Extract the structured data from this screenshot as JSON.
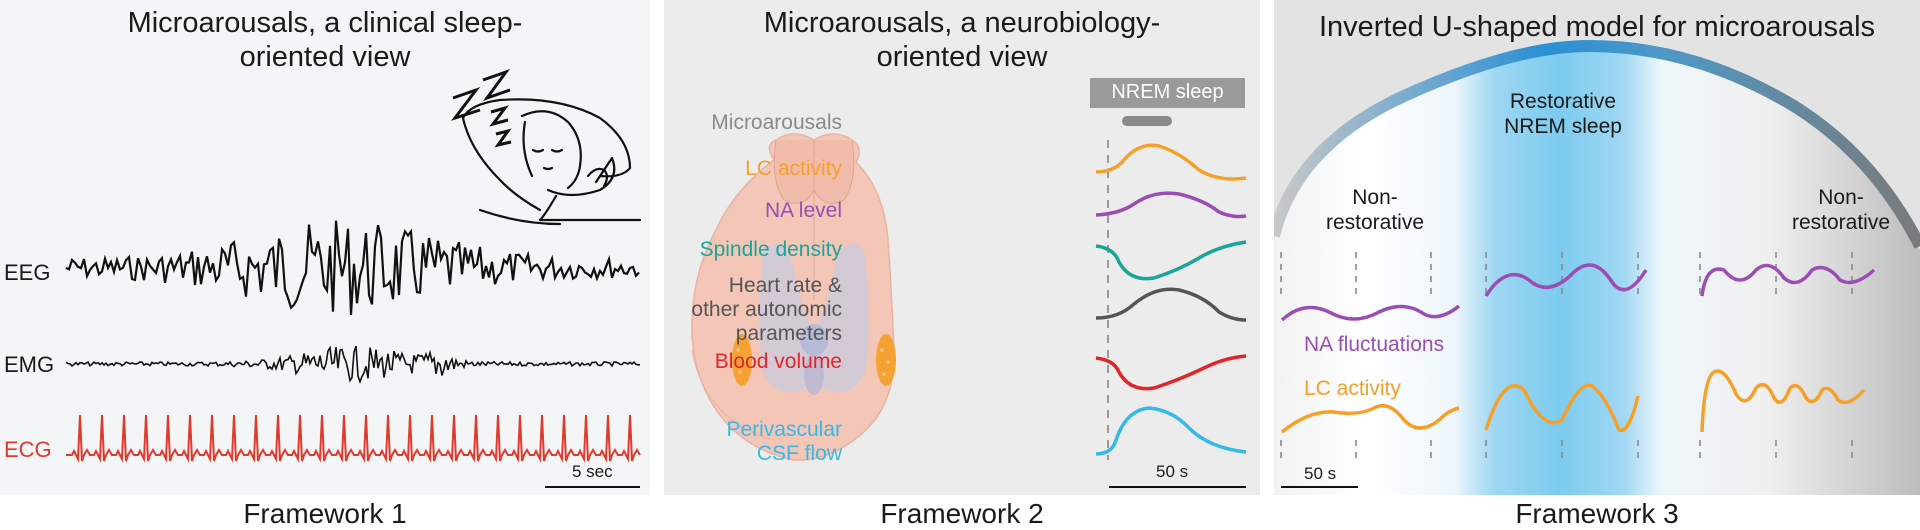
{
  "framework1": {
    "title_line1": "Microarousals, a clinical sleep-",
    "title_line2": "oriented view",
    "signals": [
      "EEG",
      "EMG",
      "ECG"
    ],
    "scale_label": "5 sec",
    "caption": "Framework 1"
  },
  "framework2": {
    "title_line1": "Microarousals, a neurobiology-",
    "title_line2": "oriented view",
    "nrem_label": "NREM sleep",
    "microarousals_label": "Microarousals",
    "lc_activity": "LC activity",
    "na_level": "NA level",
    "spindle_density": "Spindle density",
    "heart_rate_line1": "Heart rate &",
    "heart_rate_line2": "other autonomic",
    "heart_rate_line3": "parameters",
    "blood_volume": "Blood volume",
    "csf_line1": "Perivascular",
    "csf_line2": "CSF flow",
    "scale_label": "50 s",
    "caption": "Framework 2"
  },
  "framework3": {
    "title": "Inverted U-shaped model for microarousals",
    "restorative_line1": "Restorative",
    "restorative_line2": "NREM sleep",
    "nonrestorative_left_line1": "Non-",
    "nonrestorative_left_line2": "restorative",
    "nonrestorative_right_line1": "Non-",
    "nonrestorative_right_line2": "restorative",
    "na_fluctuations": "NA fluctuations",
    "lc_activity": "LC activity",
    "scale_label": "50 s",
    "caption": "Framework 3"
  },
  "colors": {
    "black": "#111111",
    "ecg_red": "#e03a2f",
    "orange": "#f5a02a",
    "purple": "#9b4db3",
    "teal": "#1aa59a",
    "gray": "#555555",
    "red": "#e1262b",
    "cyan": "#36b9e8",
    "light_gray": "#9a9a9a",
    "blue": "#2a8fd4"
  },
  "icons": [
    "sleeping-person-illustration",
    "zzz-icon",
    "mouse-brain-illustration"
  ]
}
